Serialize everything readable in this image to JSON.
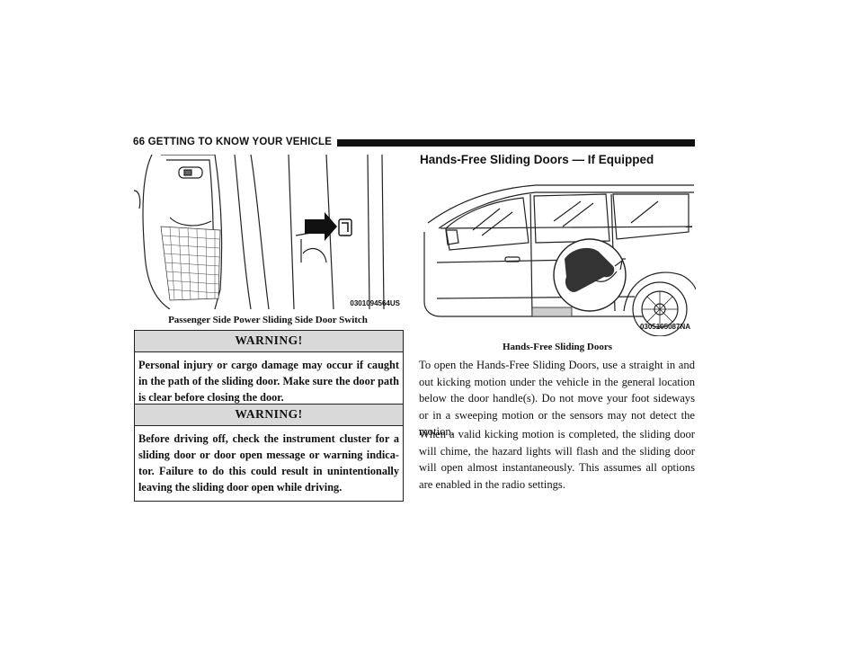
{
  "header": {
    "page_label": "66   GETTING TO KNOW YOUR VEHICLE"
  },
  "figure_left": {
    "code": "0301094564US",
    "caption": "Passenger Side Power Sliding Side Door Switch"
  },
  "warnings": [
    {
      "title": "WARNING!",
      "text": "Personal injury or cargo damage may occur if caught in the path of the sliding door. Make sure the door path is clear before closing the door."
    },
    {
      "title": "WARNING!",
      "text": "Before driving off, check the instrument cluster for a sliding door or door open message or warning indica-tor. Failure to do this could result in unintentionally leaving the sliding door open while driving."
    }
  ],
  "section": {
    "title": "Hands-Free Sliding Doors — If Equipped"
  },
  "figure_right": {
    "code": "0305105087NA",
    "caption": "Hands-Free Sliding Doors"
  },
  "paragraphs": [
    "To open the Hands-Free Sliding Doors, use a straight in and out kicking motion under the vehicle in the general location below the door handle(s). Do not move your foot sideways or in a sweeping motion or the sensors may not detect the motion.",
    "When a valid kicking motion is completed, the sliding door will chime, the hazard lights will flash and the sliding door will open almost instantaneously. This assumes all options are enabled in the radio settings."
  ]
}
